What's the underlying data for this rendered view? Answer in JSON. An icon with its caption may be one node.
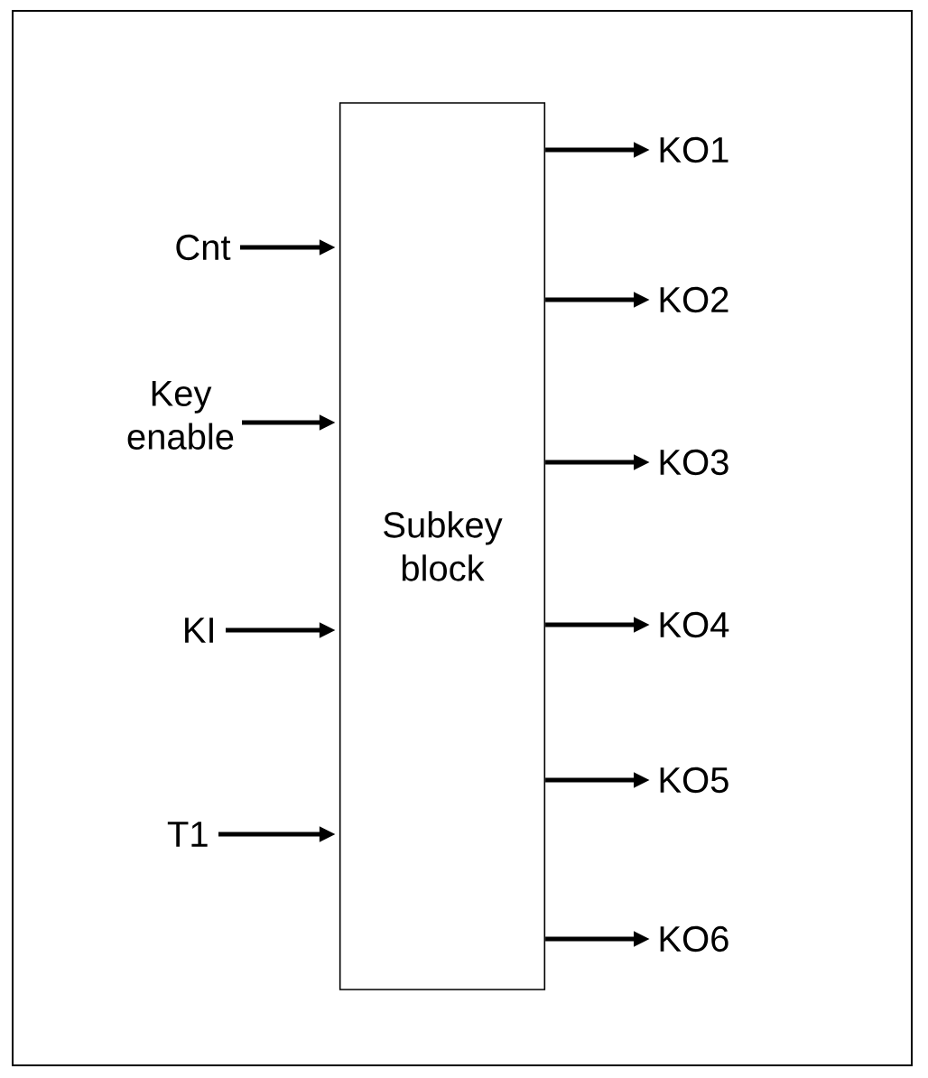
{
  "diagram": {
    "nodes": [
      {
        "text": [
          "Subkey block"
        ]
      },
      {
        "text": [
          "Cnt"
        ]
      },
      {
        "text": [
          "Key enable"
        ]
      },
      {
        "text": [
          "KI"
        ]
      },
      {
        "text": [
          "T1"
        ]
      },
      {
        "text": [
          "KO1"
        ]
      },
      {
        "text": [
          "KO2"
        ]
      },
      {
        "text": [
          "KO3"
        ]
      },
      {
        "text": [
          "KO4"
        ]
      },
      {
        "text": [
          "KO5"
        ]
      },
      {
        "text": [
          "KO6"
        ]
      }
    ],
    "edges": [
      {
        "from": 1,
        "to": 0,
        "arrow": "to"
      },
      {
        "from": 2,
        "to": 0,
        "arrow": "to"
      },
      {
        "from": 3,
        "to": 0,
        "arrow": "to"
      },
      {
        "from": 4,
        "to": 0,
        "arrow": "to"
      },
      {
        "from": 0,
        "to": 5,
        "arrow": "to"
      },
      {
        "from": 0,
        "to": 6,
        "arrow": "to"
      },
      {
        "from": 0,
        "to": 7,
        "arrow": "to"
      },
      {
        "from": 0,
        "to": 8,
        "arrow": "to"
      },
      {
        "from": 0,
        "to": 9,
        "arrow": "to"
      },
      {
        "from": 0,
        "to": 10,
        "arrow": "to"
      }
    ]
  }
}
